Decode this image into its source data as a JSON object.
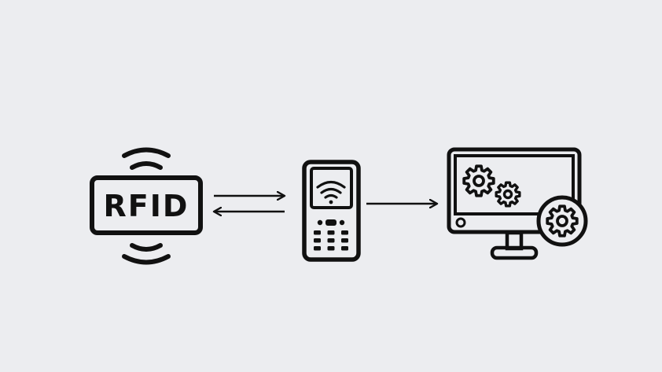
{
  "tag": {
    "label": "RFID",
    "icon": "rfid-tag-icon"
  },
  "reader": {
    "icon": "handheld-rfid-reader-icon",
    "screen_icon": "wifi-signal-icon"
  },
  "computer": {
    "icon": "desktop-computer-settings-icon",
    "badge_icon": "gear-icon"
  },
  "links": [
    {
      "from": "tag",
      "to": "reader",
      "kind": "two-way"
    },
    {
      "from": "reader",
      "to": "computer",
      "kind": "one-way"
    }
  ],
  "colors": {
    "background": "#ECEDF0",
    "stroke": "#111111",
    "fill_light": "#ECEDF0"
  }
}
